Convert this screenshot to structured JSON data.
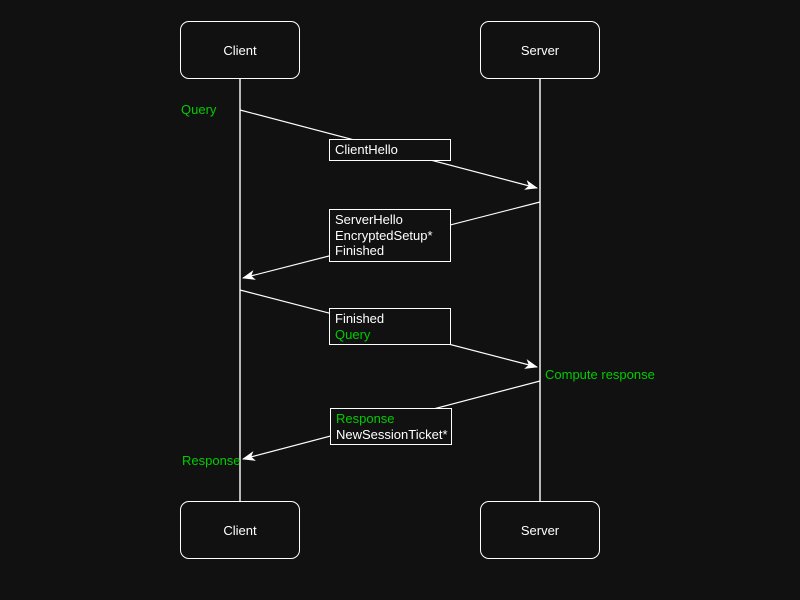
{
  "colors": {
    "background": "#111111",
    "line": "#ffffff",
    "text": "#ffffff",
    "accent_green": "#00cc00"
  },
  "actors": {
    "client": "Client",
    "server": "Server"
  },
  "messages": {
    "client_hello": {
      "lines": [
        "ClientHello"
      ]
    },
    "server_hello": {
      "lines": [
        "ServerHello",
        "EncryptedSetup*",
        "Finished"
      ]
    },
    "finished_query": {
      "lines": [
        "Finished",
        "Query"
      ]
    },
    "response_ticket": {
      "lines": [
        "Response",
        "NewSessionTicket*"
      ]
    }
  },
  "annotations": {
    "query": "Query",
    "compute_response": "Compute response",
    "response": "Response"
  }
}
